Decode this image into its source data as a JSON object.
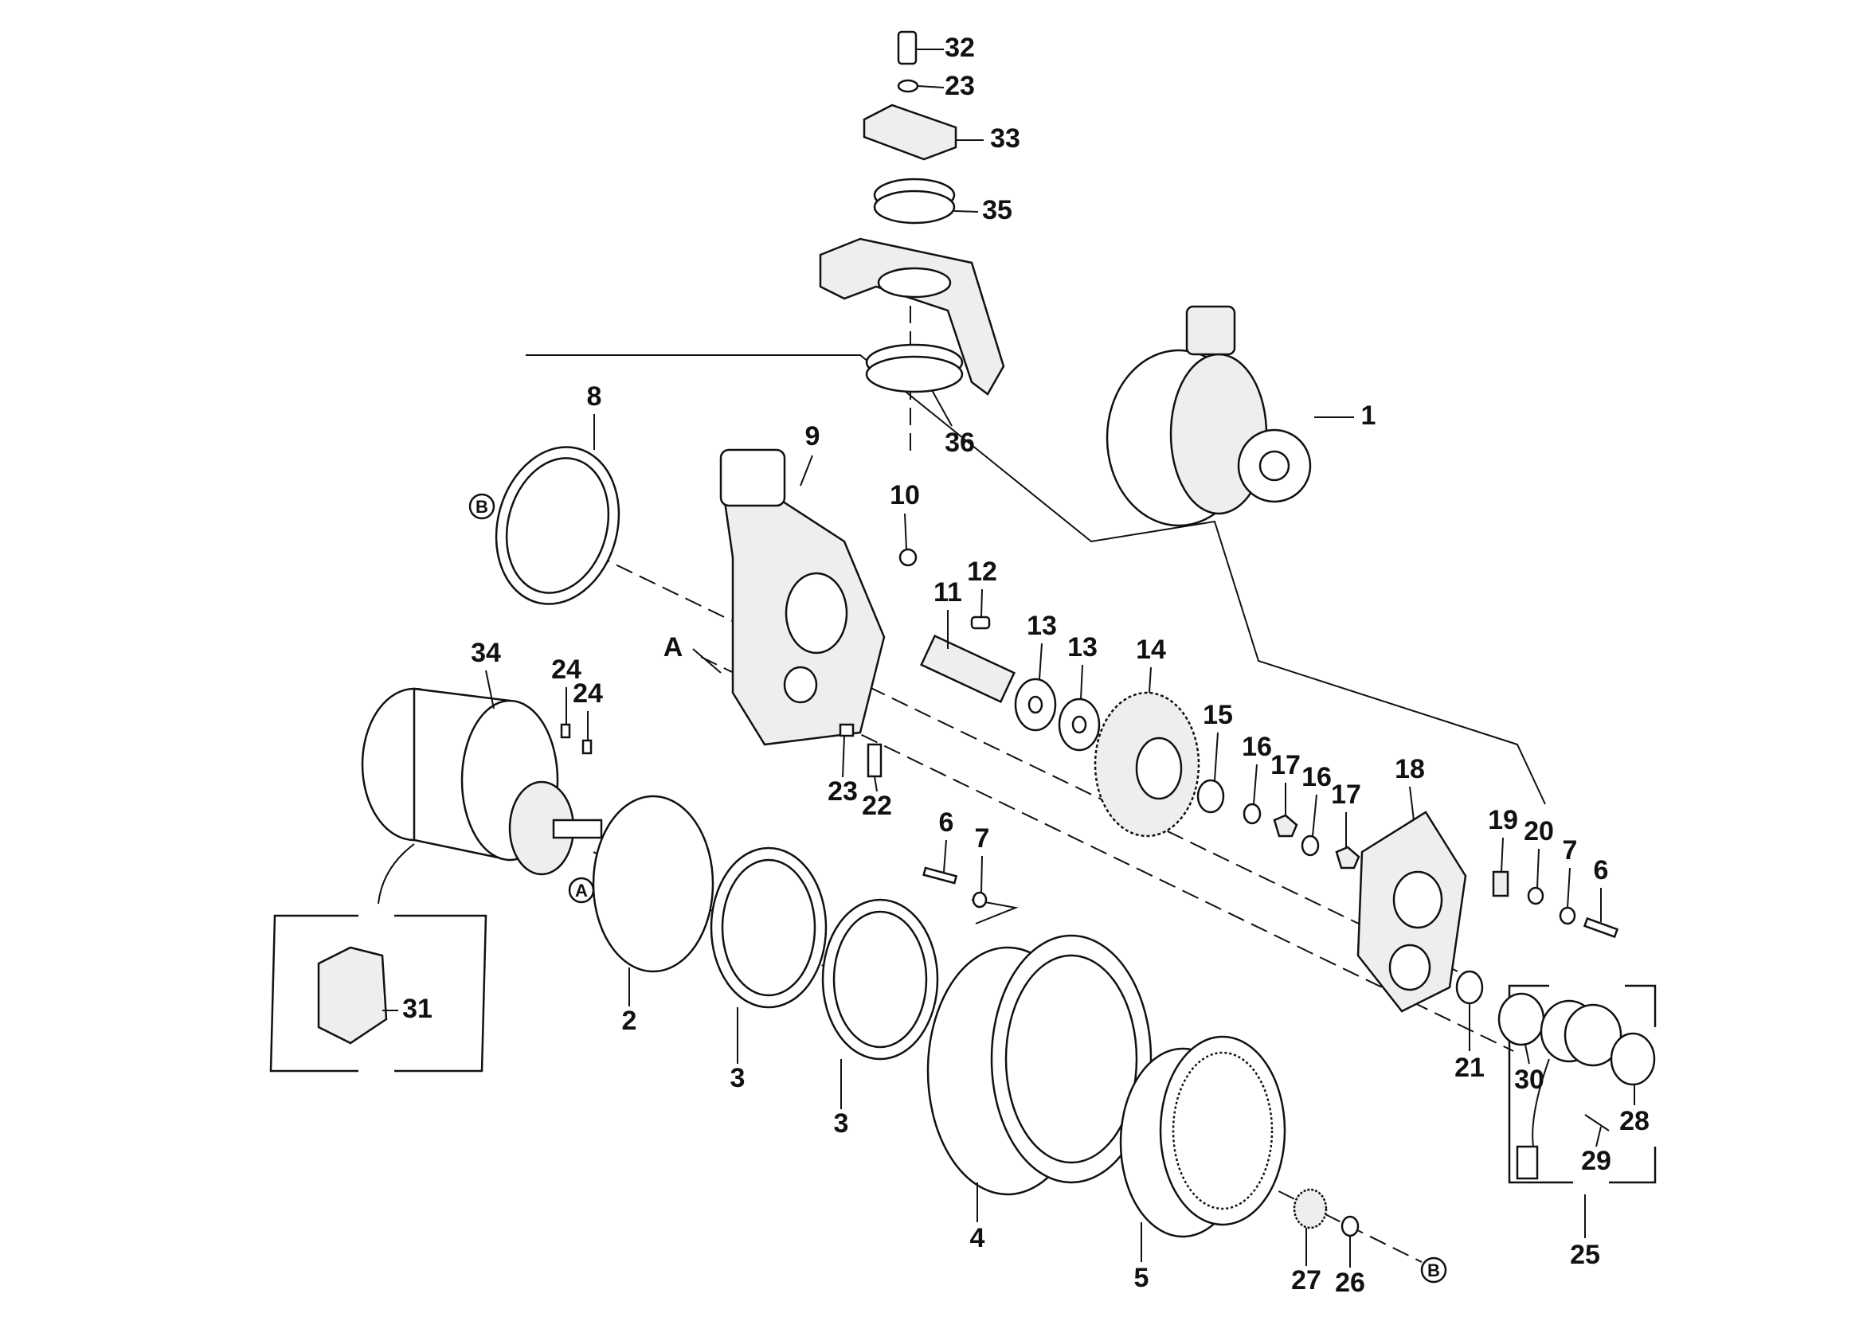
{
  "title": "Drive unit exploded parts diagram",
  "callouts": [
    "32",
    "23",
    "33",
    "35",
    "36",
    "1",
    "8",
    "9",
    "10",
    "11",
    "12",
    "13",
    "13",
    "14",
    "15",
    "16",
    "17",
    "16",
    "17",
    "18",
    "19",
    "20",
    "7",
    "6",
    "34",
    "24",
    "24",
    "A",
    "23",
    "22",
    "6",
    "7",
    "2",
    "3",
    "3",
    "4",
    "5",
    "27",
    "26",
    "21",
    "30",
    "28",
    "29",
    "25",
    "31"
  ],
  "references": [
    "B",
    "A",
    "B"
  ]
}
